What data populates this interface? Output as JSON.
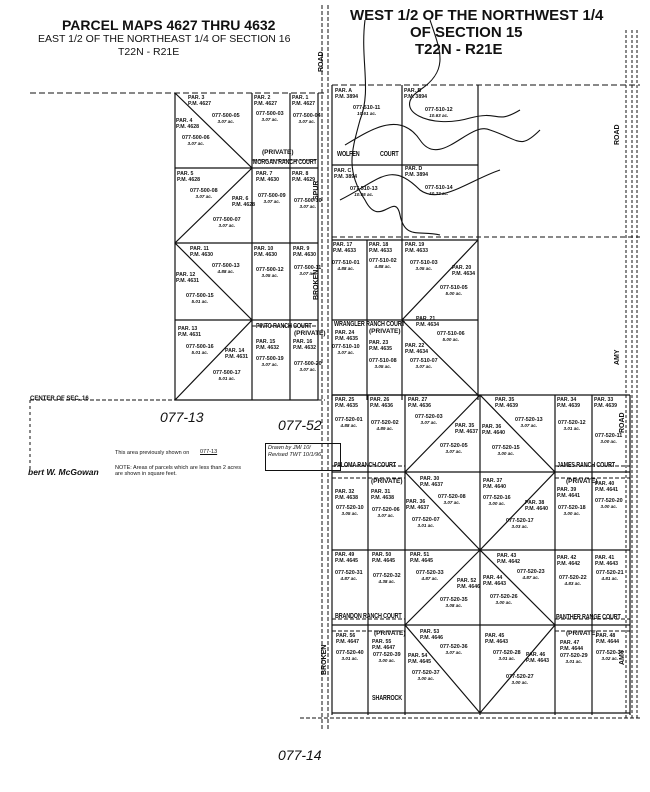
{
  "titles": {
    "left_main": "PARCEL MAPS 4627 THRU 4632",
    "left_sub": "EAST 1/2 OF THE NORTHEAST 1/4 OF SECTION 16",
    "left_twp": "T22N - R21E",
    "right_line1": "WEST 1/2 OF THE NORTHWEST 1/4",
    "right_line2": "OF SECTION 15",
    "right_twp": "T22N - R21E"
  },
  "book_pages": [
    "077-13",
    "077-52",
    "077-14"
  ],
  "center_label": "CENTER OF SEC. 16",
  "notes": {
    "previously_shown": "This area previously shown on",
    "previously_page": "077-13",
    "acres_note_1": "NOTE: Areas of parcels which are less than 2 acres",
    "acres_note_2": "are shown in square feet.",
    "signature": "bert W. McGowan",
    "drawn_by": "Drawn by  JMI   10/",
    "revised": "Revised  TWT  10/1/96"
  },
  "courts": [
    "MORGAN RANCH COURT",
    "WOLFEN",
    "COURT",
    "PINTO RANCH COURT",
    "WRANGLER RANCH COURT",
    "PALOMA RANCH COURT",
    "JAMES RANCH COURT",
    "BRANDON RANCH COURT",
    "PANTHER RANGE COURT"
  ],
  "private": "(PRIVATE)",
  "roads": [
    "ROAD",
    "ROAD",
    "AMY",
    "ROAD",
    "AMY",
    "BROKEN",
    "BROKEN",
    "SPUR",
    "SHARROCK"
  ],
  "parcels": [
    {
      "par": "PAR. 3",
      "pm": "P.M. 4627",
      "apn": "077-500-05",
      "ac": "3.07 ac."
    },
    {
      "par": "PAR. 4",
      "pm": "P.M. 4628",
      "apn": "077-500-06",
      "ac": "3.07 ac."
    },
    {
      "par": "PAR. 2",
      "pm": "P.M. 4627",
      "apn": "077-500-03",
      "ac": "3.07 ac."
    },
    {
      "par": "PAR. 1",
      "pm": "P.M. 4627",
      "apn": "077-500-04",
      "ac": "3.07 ac."
    },
    {
      "par": "PAR. 5",
      "pm": "P.M. 4628",
      "apn": "077-500-08",
      "ac": "3.07 ac."
    },
    {
      "par": "PAR. 6",
      "pm": "P.M. 4628",
      "apn": "077-500-07",
      "ac": "3.07 ac."
    },
    {
      "par": "PAR. 7",
      "pm": "P.M. 4630",
      "apn": "077-500-09",
      "ac": "3.07 ac."
    },
    {
      "par": "PAR. 8",
      "pm": "P.M. 4629",
      "apn": "077-500-10",
      "ac": "3.07 ac."
    },
    {
      "par": "PAR. 11",
      "pm": "P.M. 4630",
      "apn": "077-500-13",
      "ac": "4.88 ac."
    },
    {
      "par": "PAR. 12",
      "pm": "P.M. 4631",
      "apn": "077-500-15",
      "ac": "5.01 ac."
    },
    {
      "par": "PAR. 10",
      "pm": "P.M. 4630",
      "apn": "077-500-12",
      "ac": "3.05 ac."
    },
    {
      "par": "PAR. 9",
      "pm": "P.M. 4630",
      "apn": "077-500-11",
      "ac": "3.07 ac."
    },
    {
      "par": "PAR. 13",
      "pm": "P.M. 4631",
      "apn": "077-500-16",
      "ac": "5.01 ac."
    },
    {
      "par": "PAR. 14",
      "pm": "P.M. 4631",
      "apn": "077-500-17",
      "ac": "5.01 ac."
    },
    {
      "par": "PAR. 15",
      "pm": "P.M. 4632",
      "apn": "077-500-19",
      "ac": "3.07 ac."
    },
    {
      "par": "PAR. 16",
      "pm": "P.M. 4632",
      "apn": "077-500-20",
      "ac": "3.07 ac."
    },
    {
      "par": "PAR. A",
      "pm": "P.M. 3894",
      "apn": "077-510-11",
      "ac": "10.61 ac."
    },
    {
      "par": "PAR. B",
      "pm": "P.M. 3894",
      "apn": "077-510-12",
      "ac": "10.63 ac."
    },
    {
      "par": "PAR. C",
      "pm": "P.M. 3894",
      "apn": "077-510-13",
      "ac": "10.05 ac."
    },
    {
      "par": "PAR. D",
      "pm": "P.M. 3894",
      "apn": "077-510-14",
      "ac": "10.22 ac."
    },
    {
      "par": "PAR. 17",
      "pm": "P.M. 4633",
      "apn": "077-510-01",
      "ac": "4.88 ac."
    },
    {
      "par": "PAR. 18",
      "pm": "P.M. 4633",
      "apn": "077-510-02",
      "ac": "4.88 ac."
    },
    {
      "par": "PAR. 19",
      "pm": "P.M. 4633",
      "apn": "077-510-03",
      "ac": "3.05 ac."
    },
    {
      "par": "PAR. 20",
      "pm": "P.M. 4634",
      "apn": "077-510-05",
      "ac": "5.00 ac."
    },
    {
      "par": "PAR. 24",
      "pm": "P.M. 4635",
      "apn": "077-510-10",
      "ac": "3.07 ac."
    },
    {
      "par": "PAR. 23",
      "pm": "P.M. 4635",
      "apn": "077-510-08",
      "ac": "3.05 ac."
    },
    {
      "par": "PAR. 22",
      "pm": "P.M. 4634",
      "apn": "077-510-07",
      "ac": "3.07 ac."
    },
    {
      "par": "PAR. 21",
      "pm": "P.M. 4634",
      "apn": "077-510-06",
      "ac": "5.00 ac."
    },
    {
      "par": "PAR. 25",
      "pm": "P.M. 4635",
      "apn": "077-520-01",
      "ac": "4.88 ac."
    },
    {
      "par": "PAR. 26",
      "pm": "P.M. 4636",
      "apn": "077-520-02",
      "ac": "4.89 ac."
    },
    {
      "par": "PAR. 27",
      "pm": "P.M. 4636",
      "apn": "077-520-03",
      "ac": "3.07 ac."
    },
    {
      "par": "PAR. 35",
      "pm": "P.M. 4637",
      "apn": "077-520-05",
      "ac": "3.07 ac."
    },
    {
      "par": "PAR. 32",
      "pm": "P.M. 4638",
      "apn": "077-520-10",
      "ac": "3.05 ac."
    },
    {
      "par": "PAR. 31",
      "pm": "P.M. 4638",
      "apn": "077-520-06",
      "ac": "3.07 ac."
    },
    {
      "par": "PAR. 30",
      "pm": "P.M. 4637",
      "apn": "077-520-08",
      "ac": "3.07 ac."
    },
    {
      "par": "PAR. 36",
      "pm": "P.M. 4637",
      "apn": "077-520-07",
      "ac": "3.01 ac."
    },
    {
      "par": "PAR. 35",
      "pm": "P.M. 4639",
      "apn": "077-520-13",
      "ac": "3.07 ac."
    },
    {
      "par": "PAR. 36",
      "pm": "P.M. 4640",
      "apn": "077-520-15",
      "ac": "3.00 ac."
    },
    {
      "par": "PAR. 34",
      "pm": "P.M. 4639",
      "apn": "077-520-12",
      "ac": "3.01 ac."
    },
    {
      "par": "PAR. 33",
      "pm": "P.M. 4639",
      "apn": "077-520-11",
      "ac": "3.00 ac."
    },
    {
      "par": "PAR. 37",
      "pm": "P.M. 4640",
      "apn": "077-520-16",
      "ac": "3.00 ac."
    },
    {
      "par": "PAR. 38",
      "pm": "P.M. 4640",
      "apn": "077-520-17",
      "ac": "3.03 ac."
    },
    {
      "par": "PAR. 39",
      "pm": "P.M. 4641",
      "apn": "077-520-18",
      "ac": "3.00 ac."
    },
    {
      "par": "PAR. 40",
      "pm": "P.M. 4641",
      "apn": "077-520-20",
      "ac": "3.00 ac."
    },
    {
      "par": "PAR. 49",
      "pm": "P.M. 4645",
      "apn": "077-520-31",
      "ac": "4.87 ac."
    },
    {
      "par": "PAR. 50",
      "pm": "P.M. 4645",
      "apn": "077-520-32",
      "ac": "4.38 ac."
    },
    {
      "par": "PAR. 51",
      "pm": "P.M. 4645",
      "apn": "077-520-33",
      "ac": "4.87 ac."
    },
    {
      "par": "PAR. 52",
      "pm": "P.M. 4646",
      "apn": "077-520-35",
      "ac": "3.08 ac."
    },
    {
      "par": "PAR. 56",
      "pm": "P.M. 4647",
      "apn": "077-520-40",
      "ac": "3.01 ac."
    },
    {
      "par": "PAR. 55",
      "pm": "P.M. 4647",
      "apn": "077-520-39",
      "ac": "3.00 ac."
    },
    {
      "par": "PAR. 53",
      "pm": "P.M. 4646",
      "apn": "077-520-36",
      "ac": "3.07 ac."
    },
    {
      "par": "PAR. 54",
      "pm": "P.M. 4645",
      "apn": "077-520-37",
      "ac": "3.00 ac."
    },
    {
      "par": "PAR. 43",
      "pm": "P.M. 4642",
      "apn": "077-520-23",
      "ac": "4.87 ac."
    },
    {
      "par": "PAR. 44",
      "pm": "P.M. 4643",
      "apn": "077-520-26",
      "ac": "3.00 ac."
    },
    {
      "par": "PAR. 42",
      "pm": "P.M. 4642",
      "apn": "077-520-22",
      "ac": "4.83 ac."
    },
    {
      "par": "PAR. 41",
      "pm": "P.M. 4643",
      "apn": "077-520-21",
      "ac": "4.81 ac."
    },
    {
      "par": "PAR. 45",
      "pm": "P.M. 4643",
      "apn": "077-520-28",
      "ac": "3.01 ac."
    },
    {
      "par": "PAR. 46",
      "pm": "P.M. 4643",
      "apn": "077-520-27",
      "ac": "3.00 ac."
    },
    {
      "par": "PAR. 47",
      "pm": "P.M. 4644",
      "apn": "077-520-29",
      "ac": "3.01 ac."
    },
    {
      "par": "PAR. 48",
      "pm": "P.M. 4644",
      "apn": "077-520-30",
      "ac": "3.02 ac."
    }
  ]
}
